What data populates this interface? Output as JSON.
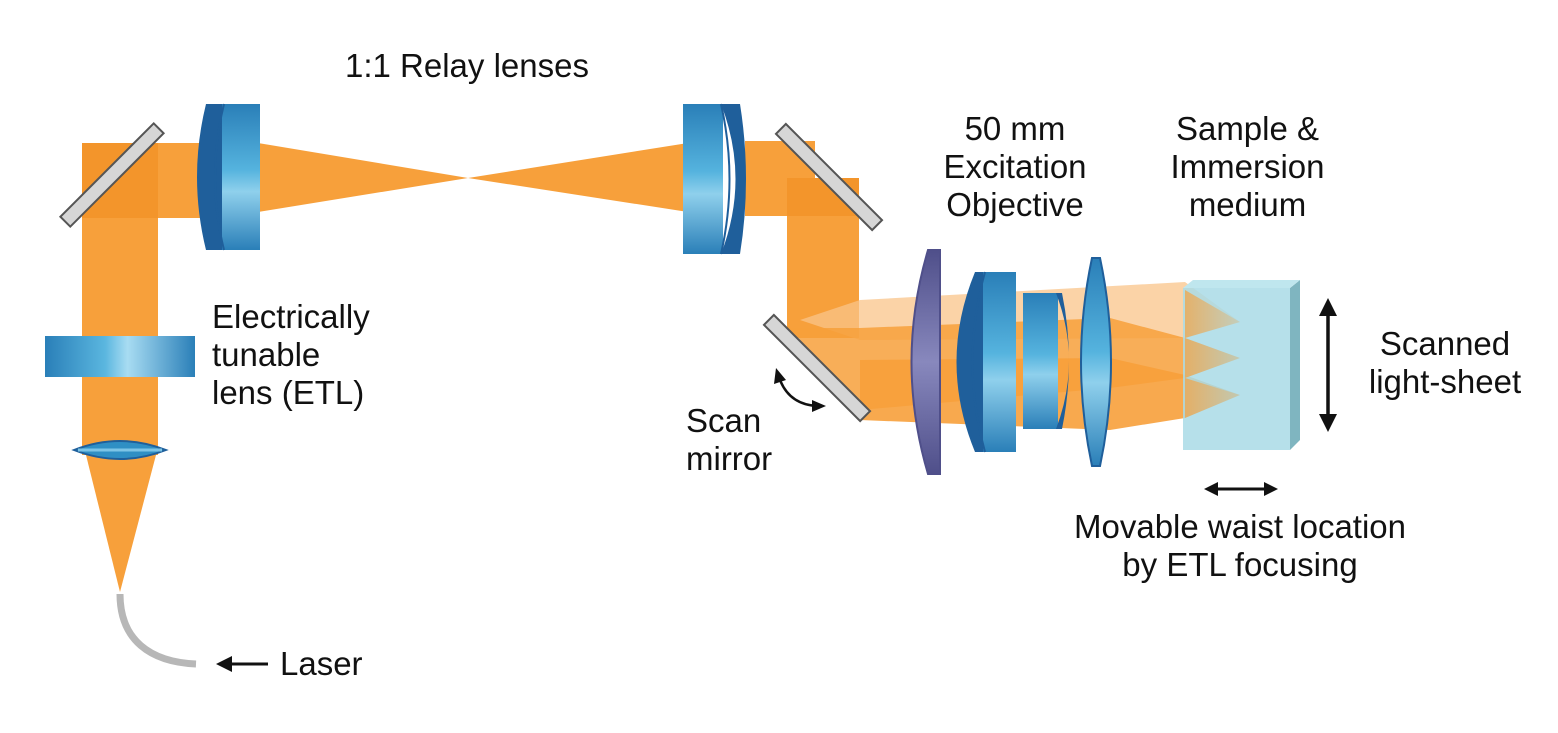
{
  "colors": {
    "beam": "#f7a03b",
    "beam_dark": "#f08a1c",
    "beam_light": "#f9c48a",
    "lens_blue": "#2f8fc4",
    "lens_dark": "#1f5f9b",
    "lens_light": "#7cc4e6",
    "objective_purple": "#6a6aa6",
    "sample": "#a9dbe6",
    "sample_edge": "#7fb5c0",
    "mirror": "#d6d6d6",
    "fiber": "#b7b7b7",
    "arrow": "#111111"
  },
  "labels": {
    "relay": "1:1 Relay lenses",
    "etl": [
      "Electrically",
      "tunable",
      "lens (ETL)"
    ],
    "objective": [
      "50 mm",
      "Excitation",
      "Objective"
    ],
    "sample": [
      "Sample &",
      "Immersion",
      "medium"
    ],
    "scan_mirror": [
      "Scan",
      "mirror"
    ],
    "scanned": [
      "Scanned",
      "light-sheet"
    ],
    "waist": [
      "Movable waist location",
      "by ETL focusing"
    ],
    "laser": "Laser"
  },
  "icons": {
    "laser_arrow": "left-arrow-icon",
    "scan_arrow": "curved-double-arrow-icon",
    "scanned_arrow": "vertical-double-arrow-icon",
    "waist_arrow": "horizontal-double-arrow-icon"
  }
}
